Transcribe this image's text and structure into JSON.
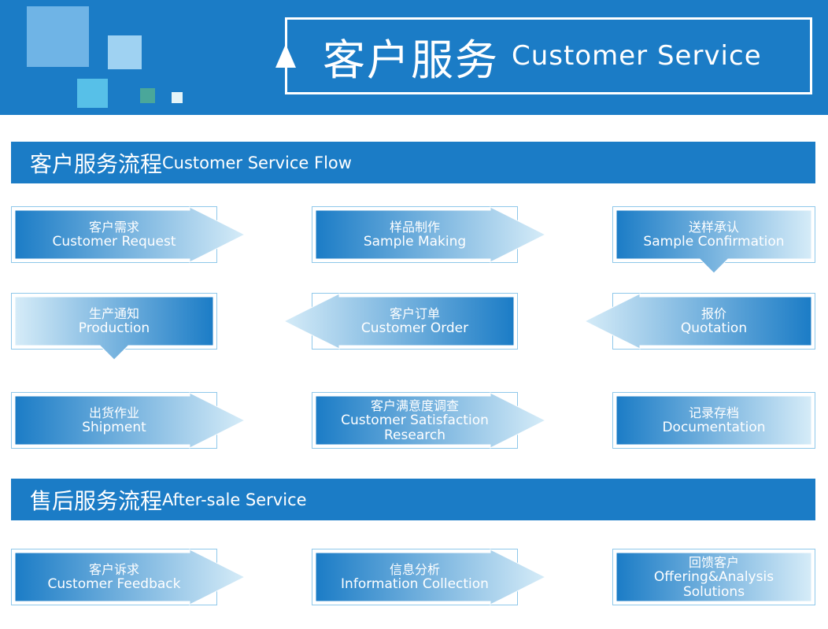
{
  "header": {
    "title_zh": "客户服务",
    "title_en": "Customer Service"
  },
  "sections": [
    {
      "title_zh": "客户服务流程",
      "title_en": "Customer Service Flow",
      "nodes": [
        {
          "zh": "客户需求",
          "en": [
            "Customer Request"
          ]
        },
        {
          "zh": "样品制作",
          "en": [
            "Sample Making"
          ]
        },
        {
          "zh": "送样承认",
          "en": [
            "Sample Confirmation"
          ]
        },
        {
          "zh": "生产通知",
          "en": [
            "Production"
          ]
        },
        {
          "zh": "客户订单",
          "en": [
            "Customer Order"
          ]
        },
        {
          "zh": "报价",
          "en": [
            "Quotation"
          ]
        },
        {
          "zh": "出货作业",
          "en": [
            "Shipment"
          ]
        },
        {
          "zh": "客户满意度调查",
          "en": [
            "Customer Satisfaction",
            "Research"
          ]
        },
        {
          "zh": "记录存档",
          "en": [
            "Documentation"
          ]
        }
      ]
    },
    {
      "title_zh": "售后服务流程",
      "title_en": "After-sale Service",
      "nodes": [
        {
          "zh": "客户诉求",
          "en": [
            "Customer Feedback"
          ]
        },
        {
          "zh": "信息分析",
          "en": [
            "Information Collection"
          ]
        },
        {
          "zh": "回馈客户",
          "en": [
            "Offering&Analysis",
            "Solutions"
          ]
        }
      ]
    }
  ],
  "colors": {
    "brand_blue": "#1b7cc6",
    "light_blue": "#d6ecf8",
    "outline": "#8fc8ea"
  }
}
